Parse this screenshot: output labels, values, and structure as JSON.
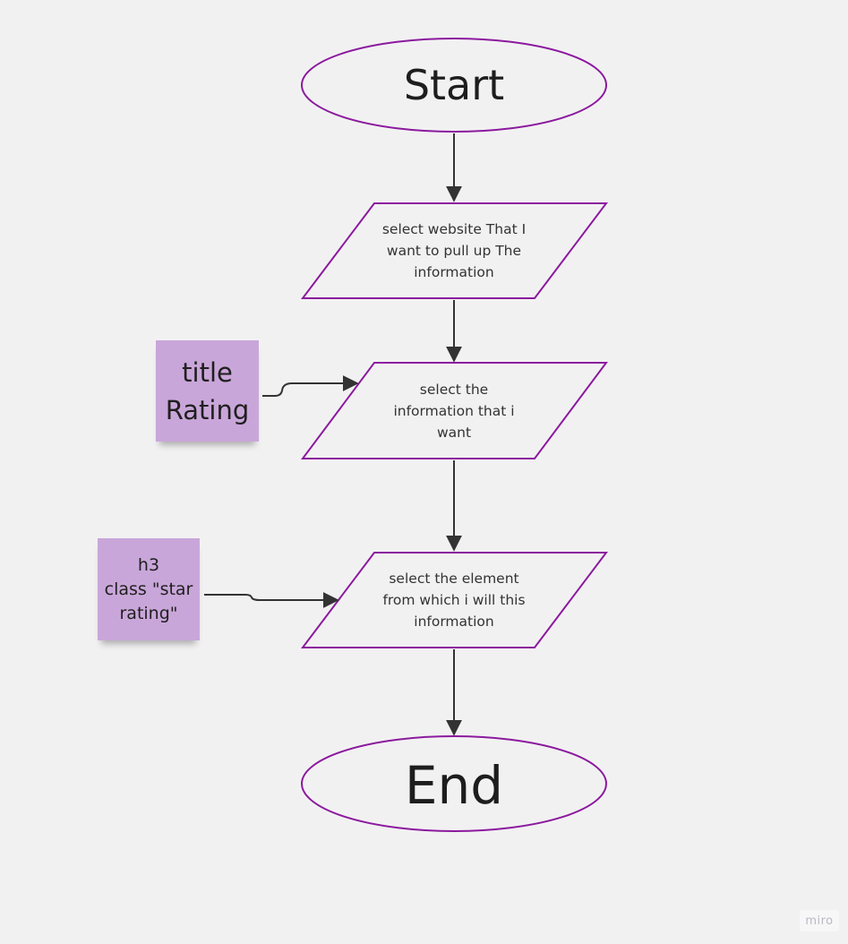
{
  "colors": {
    "background": "#f2f1f2",
    "shape_stroke": "#8b1a9e",
    "connector": "#333333",
    "sticky_note": "#c9a6d9"
  },
  "flowchart": {
    "start_label": "Start",
    "step1_label": "select website That I\nwant to pull up The\ninformation",
    "step2_label": "select the\ninformation that i\nwant",
    "step3_label": "select the element\nfrom which i will this\ninformation",
    "end_label": "End"
  },
  "sticky_notes": {
    "note1_text": "title\nRating",
    "note2_text": "h3\nclass \"star\nrating\""
  },
  "watermark": "miro"
}
